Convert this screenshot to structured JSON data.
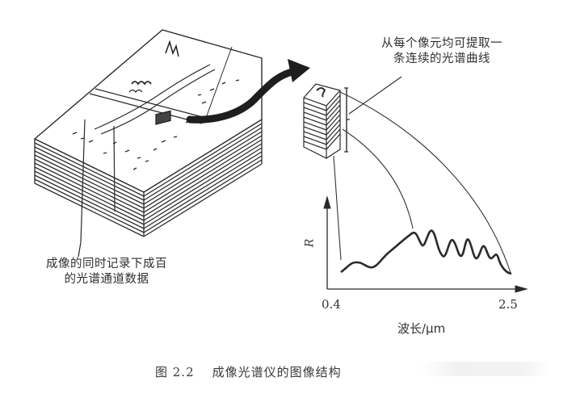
{
  "figure": {
    "caption_number": "图 2.2",
    "caption_title": "成像光谱仪的图像结构"
  },
  "annotations": {
    "top_right_line1": "从每个像元均可提取一",
    "top_right_line2": "条连续的光谱曲线",
    "left_line1": "成像的同时记录下成百",
    "left_line2": "的光谱通道数据"
  },
  "chart_data": {
    "type": "line",
    "title": "",
    "xlabel": "波长/μm",
    "ylabel": "R",
    "xlim": [
      0.4,
      2.5
    ],
    "x_tick_labels": [
      "0.4",
      "2.5"
    ],
    "series": [
      {
        "name": "pixel spectral curve",
        "x": [
          0.42,
          0.55,
          0.7,
          0.8,
          0.95,
          1.1,
          1.25,
          1.35,
          1.45,
          1.55,
          1.65,
          1.75,
          1.85,
          1.95,
          2.05,
          2.15,
          2.25,
          2.35,
          2.45
        ],
        "values": [
          0.2,
          0.28,
          0.3,
          0.26,
          0.4,
          0.55,
          0.66,
          0.48,
          0.63,
          0.42,
          0.58,
          0.34,
          0.52,
          0.36,
          0.46,
          0.34,
          0.41,
          0.3,
          0.2
        ]
      }
    ],
    "grid": false
  },
  "colors": {
    "ink": "#2a2a2a",
    "arrow": "#1e1e1e",
    "background": "#ffffff"
  }
}
